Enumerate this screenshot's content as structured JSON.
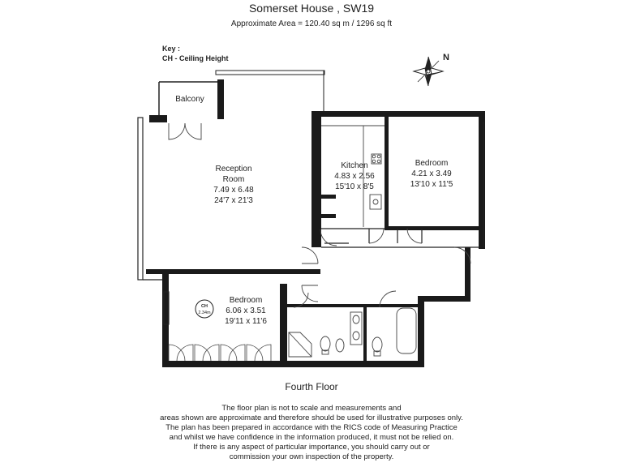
{
  "header": {
    "title": "Somerset House , SW19",
    "area": "Approximate Area = 120.40 sq m / 1296 sq ft"
  },
  "key": {
    "heading": "Key :",
    "item": "CH - Ceiling Height"
  },
  "compass": {
    "label": "N"
  },
  "rooms": {
    "balcony": {
      "name": "Balcony"
    },
    "reception": {
      "name1": "Reception",
      "name2": "Room",
      "metric": "7.49 x 6.48",
      "imperial": "24'7 x 21'3"
    },
    "kitchen": {
      "name": "Kitchen",
      "metric": "4.83 x 2.56",
      "imperial": "15'10 x 8'5"
    },
    "bedroom1": {
      "name": "Bedroom",
      "metric": "4.21 x 3.49",
      "imperial": "13'10 x 11'5"
    },
    "bedroom2": {
      "name": "Bedroom",
      "metric": "6.06 x 3.51",
      "imperial": "19'11 x 11'6"
    }
  },
  "ceiling": {
    "label": "CH",
    "value": "2.34m"
  },
  "floor_label": "Fourth Floor",
  "disclaimer": [
    "The floor plan is not to scale and measurements and",
    "areas shown are approximate and therefore should be used for illustrative purposes only.",
    "The plan has been prepared in accordance with the RICS code of Measuring Practice",
    "and whilst we have confidence in the information produced, it must not be relied on.",
    "If there is any aspect of particular importance, you should carry out or",
    "commission your own inspection of the property."
  ]
}
